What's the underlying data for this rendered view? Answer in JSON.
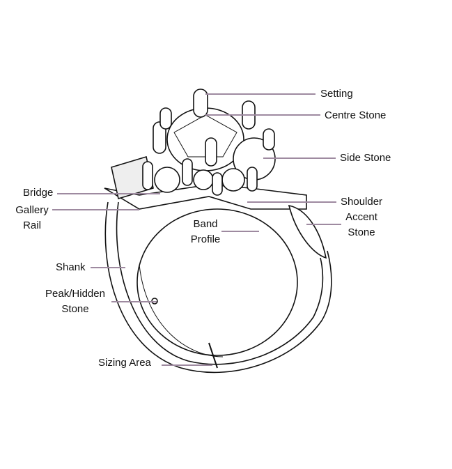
{
  "line_color": "#9e8aa0",
  "labels": {
    "setting": "Setting",
    "centre_stone": "Centre Stone",
    "side_stone": "Side Stone",
    "shoulder": "Shoulder",
    "accent_stone_1": "Accent",
    "accent_stone_2": "Stone",
    "band_profile_1": "Band",
    "band_profile_2": "Profile",
    "bridge": "Bridge",
    "gallery_rail_1": "Gallery",
    "gallery_rail_2": "Rail",
    "shank": "Shank",
    "peak_hidden_stone_1": "Peak/Hidden",
    "peak_hidden_stone_2": "Stone",
    "sizing_area": "Sizing Area"
  }
}
